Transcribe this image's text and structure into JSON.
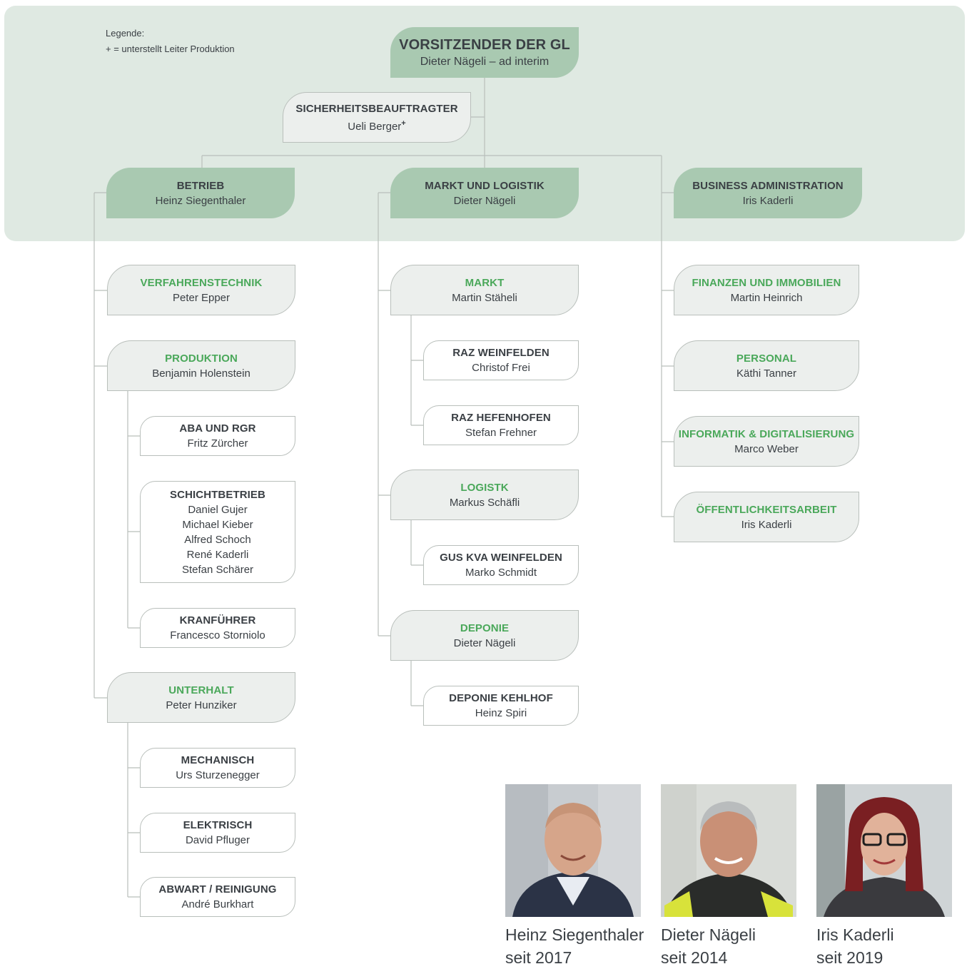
{
  "legend": {
    "title": "Legende:",
    "text": "+ = unterstellt Leiter Produktion"
  },
  "top": {
    "title": "VORSITZENDER DER GL",
    "name": "Dieter Nägeli – ad interim"
  },
  "safety": {
    "title": "SICHERHEITSBEAUFTRAGTER",
    "name": "Ueli Berger",
    "mark": "+"
  },
  "divisions": {
    "betrieb": {
      "title": "BETRIEB",
      "name": "Heinz Siegenthaler"
    },
    "markt_logistik": {
      "title": "MARKT UND LOGISTIK",
      "name": "Dieter Nägeli"
    },
    "business_admin": {
      "title": "BUSINESS ADMINISTRATION",
      "name": "Iris Kaderli"
    }
  },
  "betrieb_units": {
    "verfahrenstechnik": {
      "title": "VERFAHRENSTECHNIK",
      "name": "Peter Epper"
    },
    "produktion": {
      "title": "PRODUKTION",
      "name": "Benjamin Holenstein"
    },
    "aba": {
      "title": "ABA UND RGR",
      "name": "Fritz Zürcher"
    },
    "schicht": {
      "title": "SCHICHTBETRIEB",
      "names": [
        "Daniel Gujer",
        "Michael Kieber",
        "Alfred Schoch",
        "René Kaderli",
        "Stefan Schärer"
      ]
    },
    "kran": {
      "title": "KRANFÜHRER",
      "name": "Francesco Storniolo"
    },
    "unterhalt": {
      "title": "UNTERHALT",
      "name": "Peter Hunziker"
    },
    "mechanisch": {
      "title": "MECHANISCH",
      "name": "Urs Sturzenegger"
    },
    "elektrisch": {
      "title": "ELEKTRISCH",
      "name": "David Pfluger"
    },
    "abwart": {
      "title": "ABWART / REINIGUNG",
      "name": "André Burkhart"
    }
  },
  "markt_units": {
    "markt": {
      "title": "MARKT",
      "name": "Martin Stäheli"
    },
    "raz_weinfelden": {
      "title": "RAZ WEINFELDEN",
      "name": "Christof Frei"
    },
    "raz_hefenhofen": {
      "title": "RAZ HEFENHOFEN",
      "name": "Stefan Frehner"
    },
    "logistik": {
      "title": "LOGISTK",
      "name": "Markus Schäfli"
    },
    "gus": {
      "title": "GUS KVA WEINFELDEN",
      "name": "Marko Schmidt"
    },
    "deponie": {
      "title": "DEPONIE",
      "name": "Dieter Nägeli"
    },
    "kehlhof": {
      "title": "DEPONIE KEHLHOF",
      "name": "Heinz Spiri"
    }
  },
  "admin_units": {
    "finanzen": {
      "title": "FINANZEN UND IMMOBILIEN",
      "name": "Martin Heinrich"
    },
    "personal": {
      "title": "PERSONAL",
      "name": "Käthi Tanner"
    },
    "informatik": {
      "title": "INFORMATIK & DIGITALISIERUNG",
      "name": "Marco Weber"
    },
    "oeffentlichkeit": {
      "title": "ÖFFENTLICHKEITSARBEIT",
      "name": "Iris Kaderli"
    }
  },
  "portraits": [
    {
      "name": "Heinz Siegenthaler",
      "since": "seit 2017"
    },
    {
      "name": "Dieter Nägeli",
      "since": "seit 2014"
    },
    {
      "name": "Iris Kaderli",
      "since": "seit 2019"
    }
  ],
  "colors": {
    "band": "#dfe9e2",
    "dark_box": "#a9c9b1",
    "light_box": "#ecefed",
    "green_text": "#4aa85a",
    "line": "#b9bfbb"
  }
}
